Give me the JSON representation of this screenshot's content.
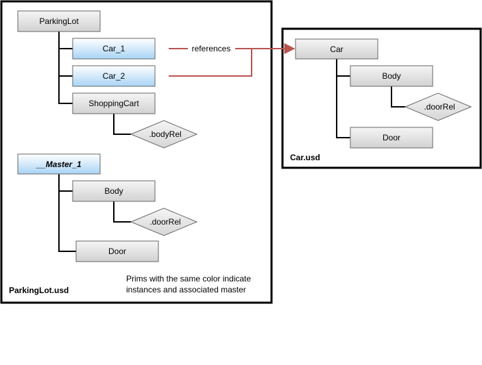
{
  "colors": {
    "box_gray_top": "#f5f5f5",
    "box_gray_bottom": "#d2d2d2",
    "box_blue_top": "#ffffff",
    "box_blue_bottom": "#a8d4f5",
    "reference_arrow": "#b85450",
    "frame_border": "#000000"
  },
  "parking_lot": {
    "title": "ParkingLot.usd",
    "root": "ParkingLot",
    "car_1": "Car_1",
    "car_2": "Car_2",
    "shopping_cart": "ShoppingCart",
    "body_rel": ".bodyRel",
    "master": "__Master_1",
    "master_body": "Body",
    "master_door_rel": ".doorRel",
    "master_door": "Door",
    "note_line_1": "Prims with the same color indicate",
    "note_line_2": "instances and associated master"
  },
  "reference": {
    "label": "references"
  },
  "car_file": {
    "title": "Car.usd",
    "root": "Car",
    "body": "Body",
    "door_rel": ".doorRel",
    "door": "Door"
  }
}
